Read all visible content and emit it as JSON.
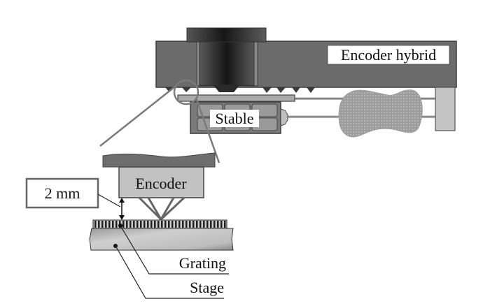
{
  "diagram": {
    "labels": {
      "encoder_hybrid": "Encoder hybrid",
      "stable": "Stable",
      "encoder": "Encoder",
      "gap": "2 mm",
      "grating": "Grating",
      "stage": "Stage"
    },
    "colors": {
      "body": "#6b6b6b",
      "body_stroke": "#3c3c3c",
      "lens_dark": "#1e1e1e",
      "plate": "#a9a9a9",
      "stable_block": "#7a7a7a",
      "stable_cell": "#9a9a9a",
      "post": "#c4c4c4",
      "blob": "#9c9c9c",
      "magnifier": "#7a7a7a",
      "encoder_box": "#c2c2c2",
      "mount": "#6e6e6e",
      "stage": "#b8b8b8",
      "grating_dark": "#222222",
      "label_bg": "#ffffff"
    }
  }
}
